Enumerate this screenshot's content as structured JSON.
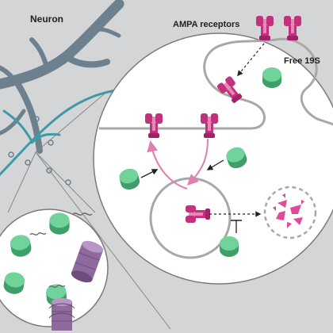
{
  "labels": {
    "neuron": "Neuron",
    "ampa": "AMPA receptors",
    "free19s": "Free 19S"
  },
  "colors": {
    "background": "#d4d5d6",
    "dendrite": "#6d808d",
    "axon": "#3e9aa6",
    "zoom_fill": "#ffffff",
    "membrane": "#a8a8a8",
    "receptor": "#c2317c",
    "proteasome_green": "#5fc88a",
    "proteasome_purple": "#8f6a9e",
    "degraded_fragments": "#e04a9a"
  },
  "icons": [
    "ampa-receptor-icon",
    "free-19s-icon",
    "proteasome-26s-icon",
    "degraded-fragments-icon"
  ]
}
